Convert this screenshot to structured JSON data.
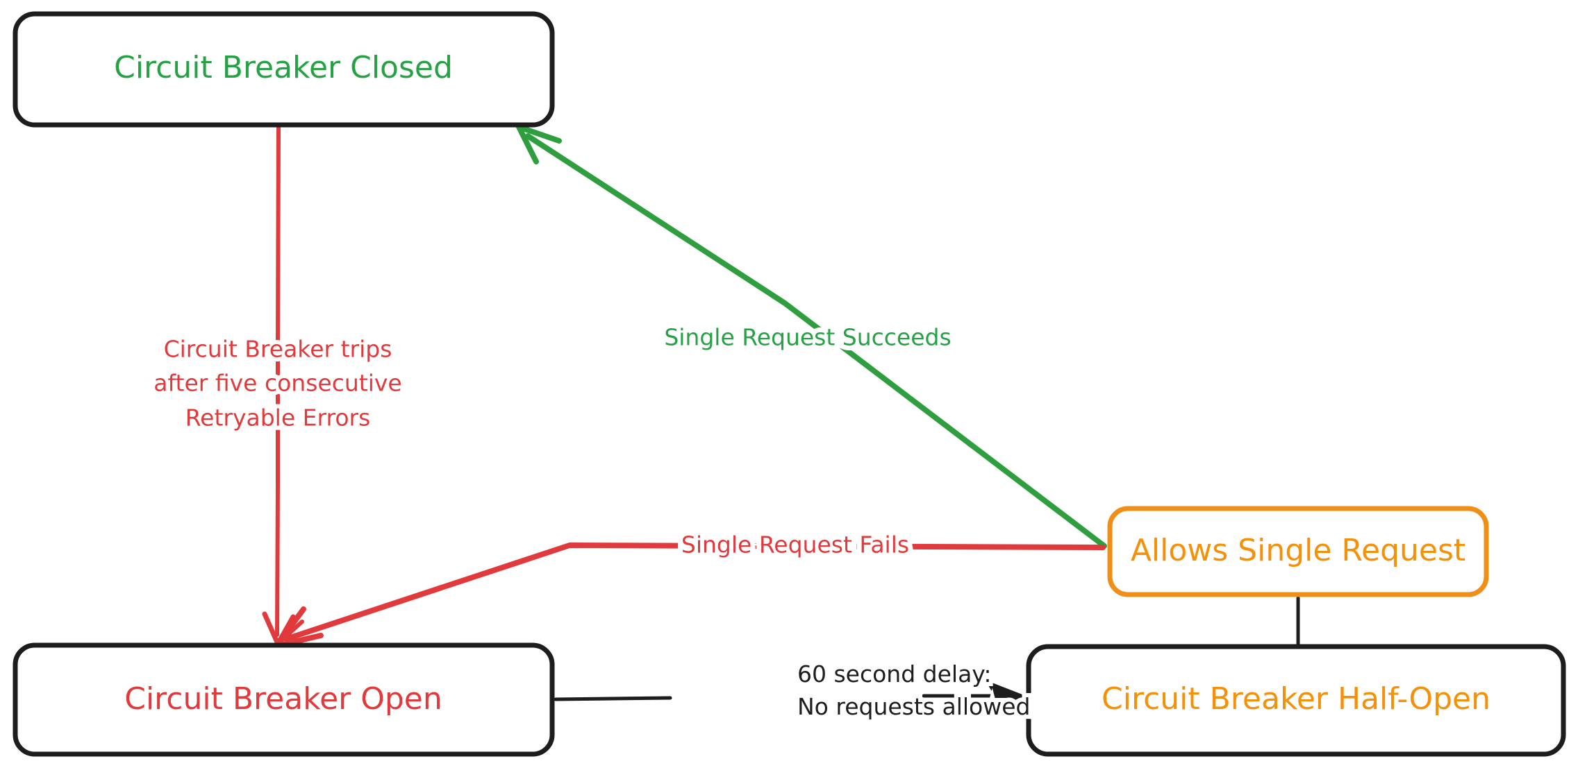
{
  "diagram": {
    "title": "Circuit Breaker State Diagram",
    "background_color": "#ffffff",
    "colors": {
      "green": "#25a244",
      "green_edge": "#2e9e3e",
      "red": "#e03a3c",
      "orange": "#f59009",
      "orange_border": "#ef8f17",
      "black": "#1d1d1d"
    },
    "nodes": [
      {
        "id": "closed",
        "label": "Circuit Breaker Closed",
        "text_color": "#25a244",
        "border_color": "#1d1d1d",
        "fill": "#ffffff"
      },
      {
        "id": "open",
        "label": "Circuit Breaker Open",
        "text_color": "#e03a3c",
        "border_color": "#1d1d1d",
        "fill": "#ffffff"
      },
      {
        "id": "allows",
        "label": "Allows Single Request",
        "text_color": "#f59009",
        "border_color": "#ef8f17",
        "fill": "#ffffff"
      },
      {
        "id": "half_open",
        "label": "Circuit Breaker Half-Open",
        "text_color": "#f59009",
        "border_color": "#1d1d1d",
        "fill": "#ffffff"
      }
    ],
    "edges": [
      {
        "id": "closed-to-open",
        "from": "closed",
        "to": "open",
        "color": "#e03a3c",
        "label_lines": [
          "Circuit Breaker trips",
          "after five consecutive",
          "Retryable Errors"
        ]
      },
      {
        "id": "allows-to-closed",
        "from": "allows",
        "to": "closed",
        "color": "#2e9e3e",
        "label_lines": [
          "Single Request Succeeds"
        ]
      },
      {
        "id": "allows-to-open",
        "from": "allows",
        "to": "open",
        "color": "#e03a3c",
        "label_lines": [
          "Single Request Fails"
        ]
      },
      {
        "id": "open-to-half-open",
        "from": "open",
        "to": "half_open",
        "color": "#1d1d1d",
        "label_lines": [
          "60 second delay:",
          "No requests allowed"
        ]
      },
      {
        "id": "half-open-to-allows",
        "from": "half_open",
        "to": "allows",
        "color": "#1d1d1d",
        "label_lines": []
      }
    ]
  }
}
